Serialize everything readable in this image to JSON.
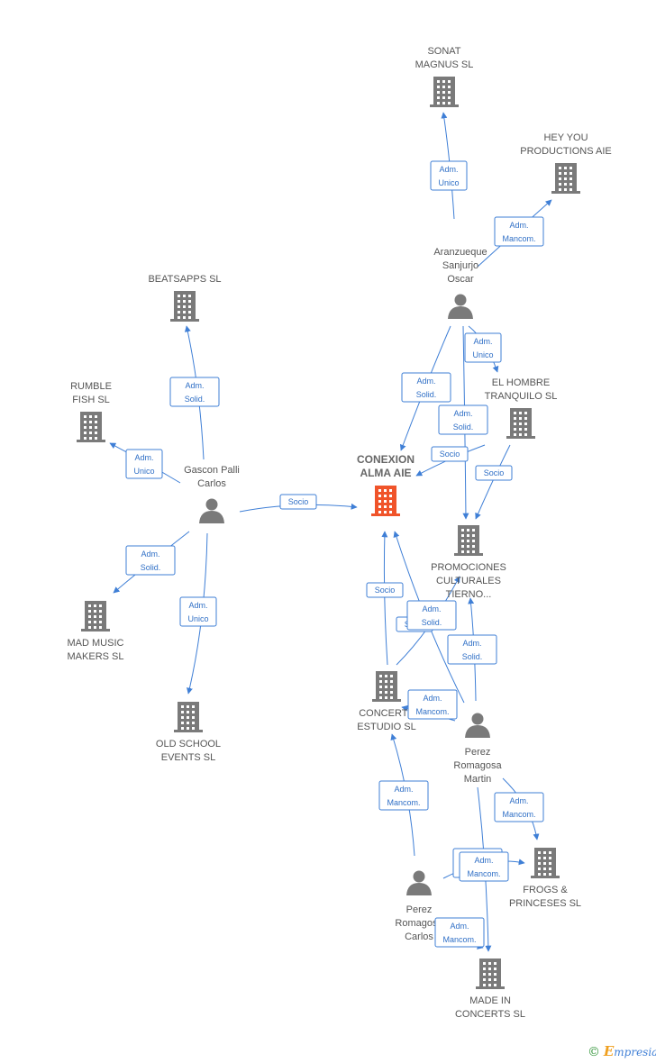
{
  "colors": {
    "edge": "#3f7fd6",
    "building": "#7a7a7a",
    "main_building": "#f0542a",
    "person": "#7a7a7a"
  },
  "footer": {
    "copyright": "©",
    "brand_first": "E",
    "brand_rest": "mpresia"
  },
  "nodes": [
    {
      "id": "conexion",
      "kind": "company",
      "main": true,
      "lines": [
        "CONEXION",
        "ALMA AIE"
      ]
    },
    {
      "id": "sonat",
      "kind": "company",
      "lines": [
        "SONAT",
        "MAGNUS SL"
      ]
    },
    {
      "id": "heyyou",
      "kind": "company",
      "lines": [
        "HEY YOU",
        "PRODUCTIONS AIE"
      ]
    },
    {
      "id": "beatsapps",
      "kind": "company",
      "lines": [
        "BEATSAPPS SL"
      ]
    },
    {
      "id": "rumble",
      "kind": "company",
      "lines": [
        "RUMBLE",
        "FISH SL"
      ]
    },
    {
      "id": "elhombre",
      "kind": "company",
      "lines": [
        "EL HOMBRE",
        "TRANQUILO SL"
      ]
    },
    {
      "id": "promociones",
      "kind": "company",
      "lines": [
        "PROMOCIONES",
        "CULTURALES",
        "TIERNO..."
      ]
    },
    {
      "id": "madmusic",
      "kind": "company",
      "lines": [
        "MAD MUSIC",
        "MAKERS SL"
      ]
    },
    {
      "id": "oldschool",
      "kind": "company",
      "lines": [
        "OLD SCHOOL",
        "EVENTS SL"
      ]
    },
    {
      "id": "concerts",
      "kind": "company",
      "lines": [
        "CONCERTS",
        "ESTUDIO SL"
      ]
    },
    {
      "id": "frogs",
      "kind": "company",
      "lines": [
        "FROGS &",
        "PRINCESES SL"
      ]
    },
    {
      "id": "madein",
      "kind": "company",
      "lines": [
        "MADE IN",
        "CONCERTS SL"
      ]
    },
    {
      "id": "aranzueque",
      "kind": "person",
      "lines": [
        "Aranzueque",
        "Sanjurjo",
        "Oscar"
      ]
    },
    {
      "id": "gascon",
      "kind": "person",
      "lines": [
        "Gascon Palli",
        "Carlos"
      ]
    },
    {
      "id": "perezmartin",
      "kind": "person",
      "lines": [
        "Perez",
        "Romagosa",
        "Martin"
      ]
    },
    {
      "id": "perezcarlos",
      "kind": "person",
      "lines": [
        "Perez",
        "Romagosa",
        "Carlos"
      ]
    }
  ],
  "edges": [
    {
      "from": "aranzueque",
      "to": "sonat",
      "role": [
        "Adm.",
        "Unico"
      ]
    },
    {
      "from": "aranzueque",
      "to": "heyyou",
      "role": [
        "Adm.",
        "Mancom."
      ]
    },
    {
      "from": "aranzueque",
      "to": "elhombre",
      "role": [
        "Adm.",
        "Unico"
      ]
    },
    {
      "from": "aranzueque",
      "to": "conexion",
      "role": [
        "Adm.",
        "Solid."
      ]
    },
    {
      "from": "aranzueque",
      "to": "promociones",
      "role": [
        "Adm.",
        "Solid."
      ]
    },
    {
      "from": "elhombre",
      "to": "conexion",
      "role": [
        "Socio"
      ]
    },
    {
      "from": "elhombre",
      "to": "promociones",
      "role": [
        "Socio"
      ]
    },
    {
      "from": "gascon",
      "to": "beatsapps",
      "role": [
        "Adm.",
        "Solid."
      ]
    },
    {
      "from": "gascon",
      "to": "rumble",
      "role": [
        "Adm.",
        "Unico"
      ]
    },
    {
      "from": "gascon",
      "to": "conexion",
      "role": [
        "Socio"
      ]
    },
    {
      "from": "gascon",
      "to": "madmusic",
      "role": [
        "Adm.",
        "Solid."
      ]
    },
    {
      "from": "gascon",
      "to": "oldschool",
      "role": [
        "Adm.",
        "Unico"
      ]
    },
    {
      "from": "concerts",
      "to": "conexion",
      "role": [
        "Socio"
      ]
    },
    {
      "from": "concerts",
      "to": "promociones",
      "role": [
        "Socio"
      ]
    },
    {
      "from": "perezmartin",
      "to": "conexion",
      "role": [
        "Adm.",
        "Solid."
      ]
    },
    {
      "from": "perezmartin",
      "to": "promociones",
      "role": [
        "Adm.",
        "Solid."
      ]
    },
    {
      "from": "perezmartin",
      "to": "concerts",
      "role": [
        "Adm.",
        "Mancom."
      ]
    },
    {
      "from": "perezmartin",
      "to": "frogs",
      "role": [
        "Adm.",
        "Mancom."
      ]
    },
    {
      "from": "perezmartin",
      "to": "madein",
      "role": [
        "Adm.",
        "Mancom."
      ]
    },
    {
      "from": "perezcarlos",
      "to": "concerts",
      "role": [
        "Adm.",
        "Mancom."
      ]
    },
    {
      "from": "perezcarlos",
      "to": "frogs",
      "role": [
        "Adm.",
        "Mancom."
      ]
    },
    {
      "from": "perezcarlos",
      "to": "madein",
      "role": [
        "Adm.",
        "Mancom."
      ]
    }
  ]
}
